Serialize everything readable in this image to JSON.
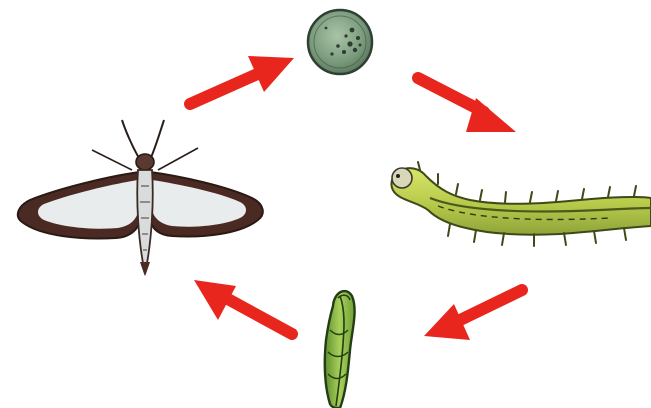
{
  "diagram": {
    "type": "life-cycle",
    "stages": [
      {
        "id": "egg",
        "icon": "egg-icon"
      },
      {
        "id": "larva",
        "icon": "caterpillar-icon"
      },
      {
        "id": "pupa",
        "icon": "chrysalis-icon"
      },
      {
        "id": "adult",
        "icon": "moth-icon"
      }
    ],
    "arrow_direction": "clockwise",
    "arrow_color": "#e8261e",
    "colors": {
      "egg": "#7a9a7c",
      "larva": "#b7c94a",
      "pupa": "#8fbf4a",
      "moth_wing": "#e9ecec",
      "moth_border": "#4a2a22"
    }
  }
}
